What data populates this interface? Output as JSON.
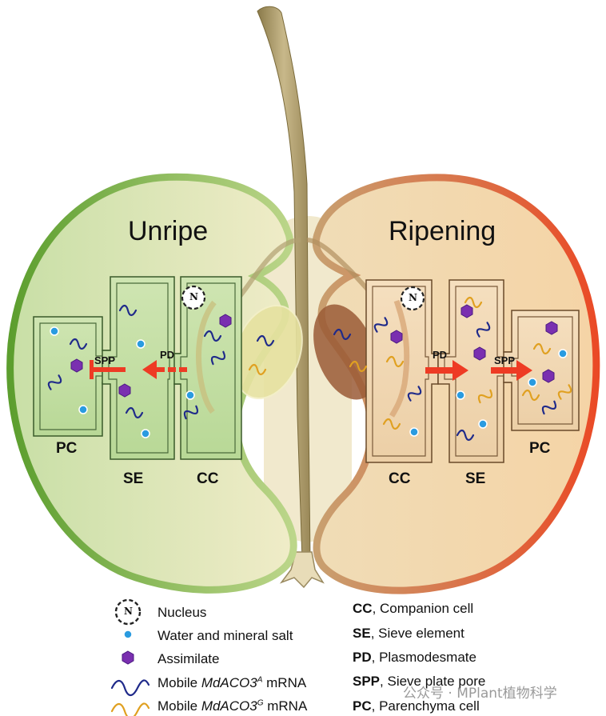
{
  "panels": {
    "unripe_title": "Unripe",
    "ripening_title": "Ripening"
  },
  "cell_labels": {
    "pc": "PC",
    "se": "SE",
    "cc": "CC",
    "spp": "SPP",
    "pd": "PD",
    "nucleus_letter": "N"
  },
  "legend": {
    "nucleus": "Nucleus",
    "water": "Water and mineral salt",
    "assimilate": "Assimilate",
    "mobile_prefix": "Mobile ",
    "gene": "MdACO3",
    "allele_a": "A",
    "allele_g": "G",
    "mrna_suffix": " mRNA",
    "cc_abbr": "CC",
    "cc_desc": ", Companion cell",
    "se_abbr": "SE",
    "se_desc": ", Sieve element",
    "pd_abbr": "PD",
    "pd_desc": ", Plasmodesmate",
    "spp_abbr": "SPP",
    "spp_desc": ", Sieve plate pore",
    "pc_abbr": "PC",
    "pc_desc": ", Parenchyma cell"
  },
  "watermark": "公众号 · MPlant植物科学",
  "colors": {
    "unripe_outline": "#6aaa3a",
    "ripening_outline": "#e8552e",
    "arrow": "#ee3b24",
    "water": "#2a9be0",
    "assimilate": "#7a2fb0",
    "mrna_a": "#1f2a8a",
    "mrna_g": "#e0a020"
  },
  "icons": [
    "nucleus-icon",
    "water-dot-icon",
    "assimilate-hexagon-icon",
    "mrna-a-wave-icon",
    "mrna-g-wave-icon"
  ]
}
